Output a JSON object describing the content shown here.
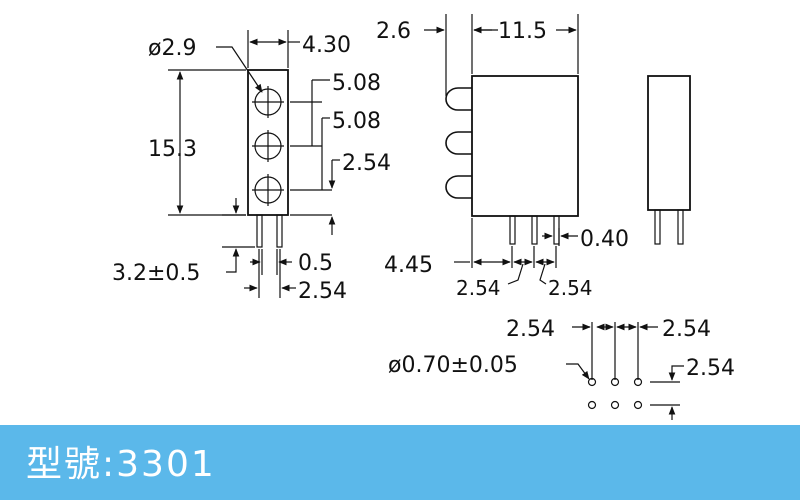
{
  "drawing": {
    "front_view": {
      "hole_diameter": "ø2.9",
      "width": "4.30",
      "pitch_1": "5.08",
      "pitch_2": "5.08",
      "bottom_offset": "2.54",
      "height": "15.3",
      "lead_length": "3.2±0.5",
      "lead_width": "0.5",
      "lead_spacing": "2.54"
    },
    "side_view": {
      "led_protrusion": "2.6",
      "body_length": "11.5",
      "lead_offset": "4.45",
      "lead_pitch_1": "2.54",
      "lead_pitch_2": "2.54",
      "lead_thickness": "0.40"
    },
    "pcb_layout": {
      "pitch_x_1": "2.54",
      "pitch_x_2": "2.54",
      "hole_diameter": "ø0.70±0.05",
      "pitch_y": "2.54"
    }
  },
  "banner": {
    "model_label": "型號:3301"
  }
}
